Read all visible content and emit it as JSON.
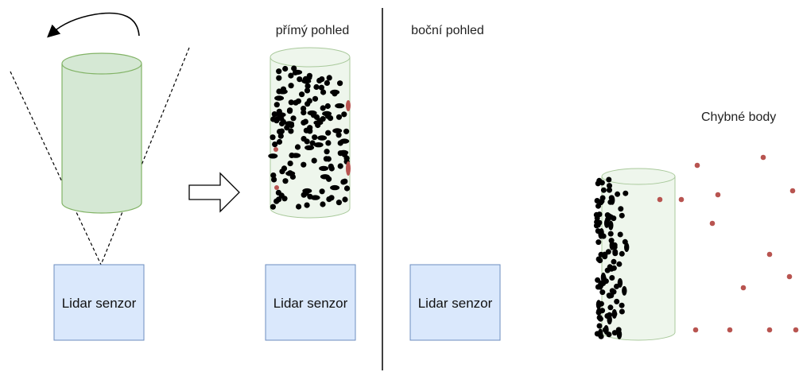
{
  "labels": {
    "direct_view": "přímý pohled",
    "side_view": "boční pohled",
    "error_points": "Chybné body"
  },
  "sensors": [
    {
      "label": "Lidar senzor"
    },
    {
      "label": "Lidar senzor"
    },
    {
      "label": "Lidar senzor"
    }
  ],
  "colors": {
    "cylinder_fill": "#d5e8d4",
    "cylinder_stroke": "#82b366",
    "sensor_fill": "#dae8fc",
    "sensor_stroke": "#6c8ebf",
    "point_ok": "#000000",
    "point_error": "#b85450"
  },
  "icons": [
    "rotation-arrow-icon",
    "right-arrow-icon"
  ]
}
